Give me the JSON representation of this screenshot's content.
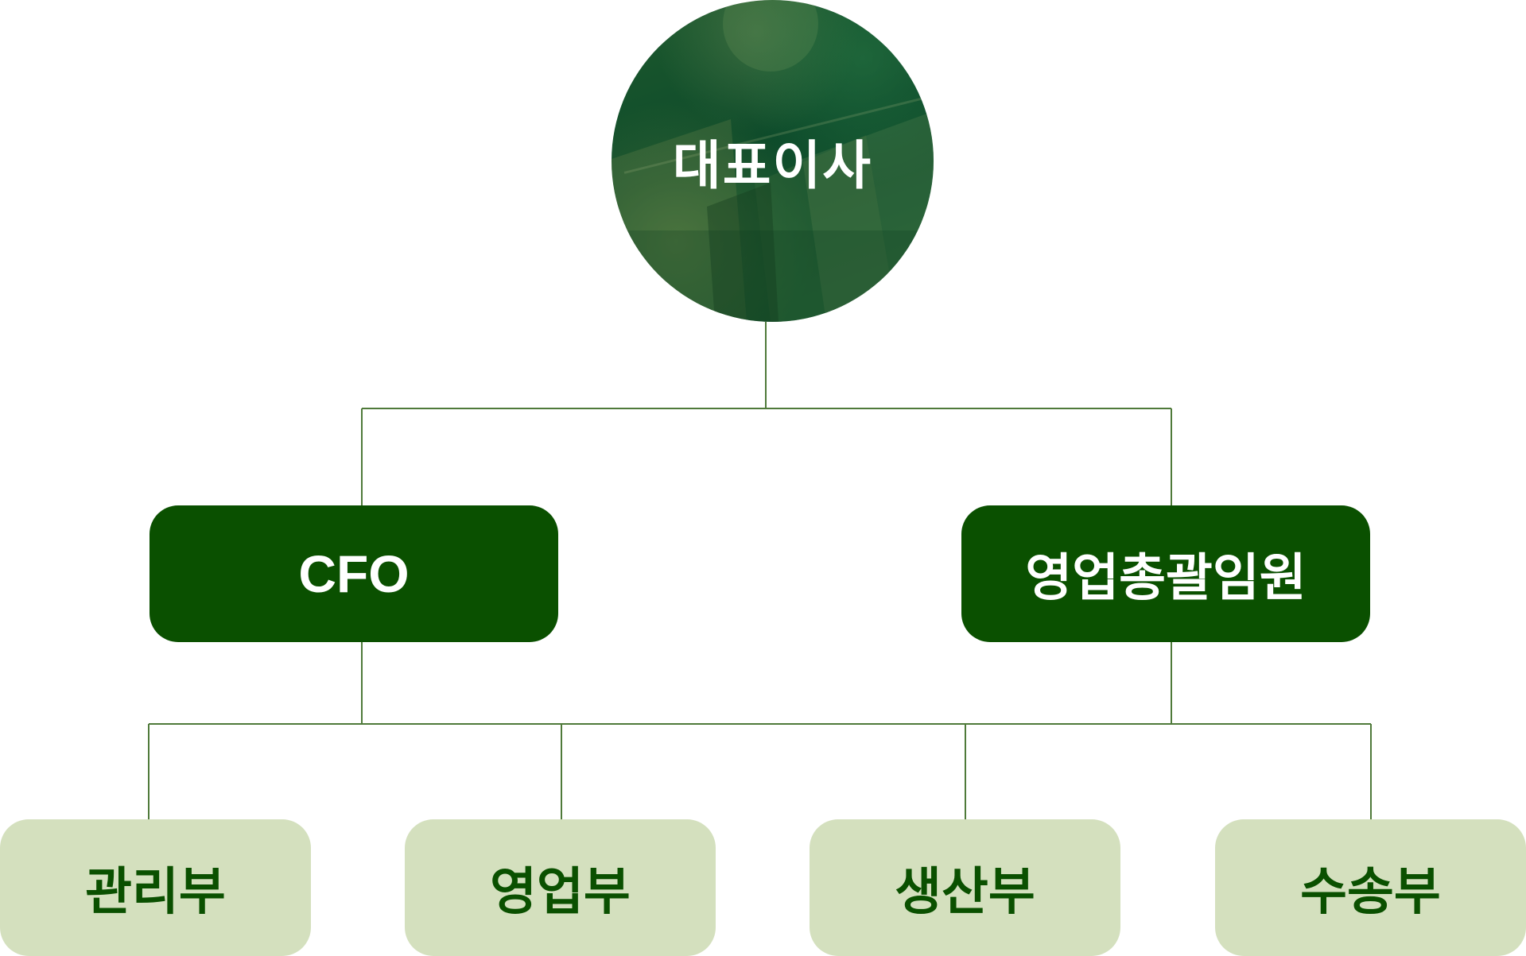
{
  "org_chart": {
    "top": {
      "label": "대표이사"
    },
    "executives": [
      {
        "label": "CFO"
      },
      {
        "label": "영업총괄임원"
      }
    ],
    "departments": [
      {
        "label": "관리부"
      },
      {
        "label": "영업부"
      },
      {
        "label": "생산부"
      },
      {
        "label": "수송부"
      }
    ]
  },
  "colors": {
    "dark_green": "#0a5000",
    "light_green": "#d4e0be",
    "connector": "#4f7a3a",
    "label_on_dark": "#ffffff"
  }
}
